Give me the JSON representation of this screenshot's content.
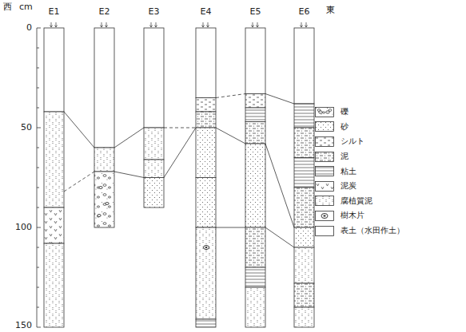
{
  "diagram": {
    "labels": [
      "西",
      "cm",
      "東",
      "0",
      "50",
      "100",
      "150",
      "E1",
      "E2",
      "E3",
      "E4",
      "E5",
      "E6"
    ],
    "legend": [
      {
        "text": "礫"
      },
      {
        "text": "砂"
      },
      {
        "text": "シルト"
      },
      {
        "text": "泥"
      },
      {
        "text": "粘土"
      },
      {
        "text": "泥炭"
      },
      {
        "text": "腐植質泥"
      },
      {
        "text": "樹木片"
      },
      {
        "text": "表土（水田作土）"
      }
    ]
  }
}
